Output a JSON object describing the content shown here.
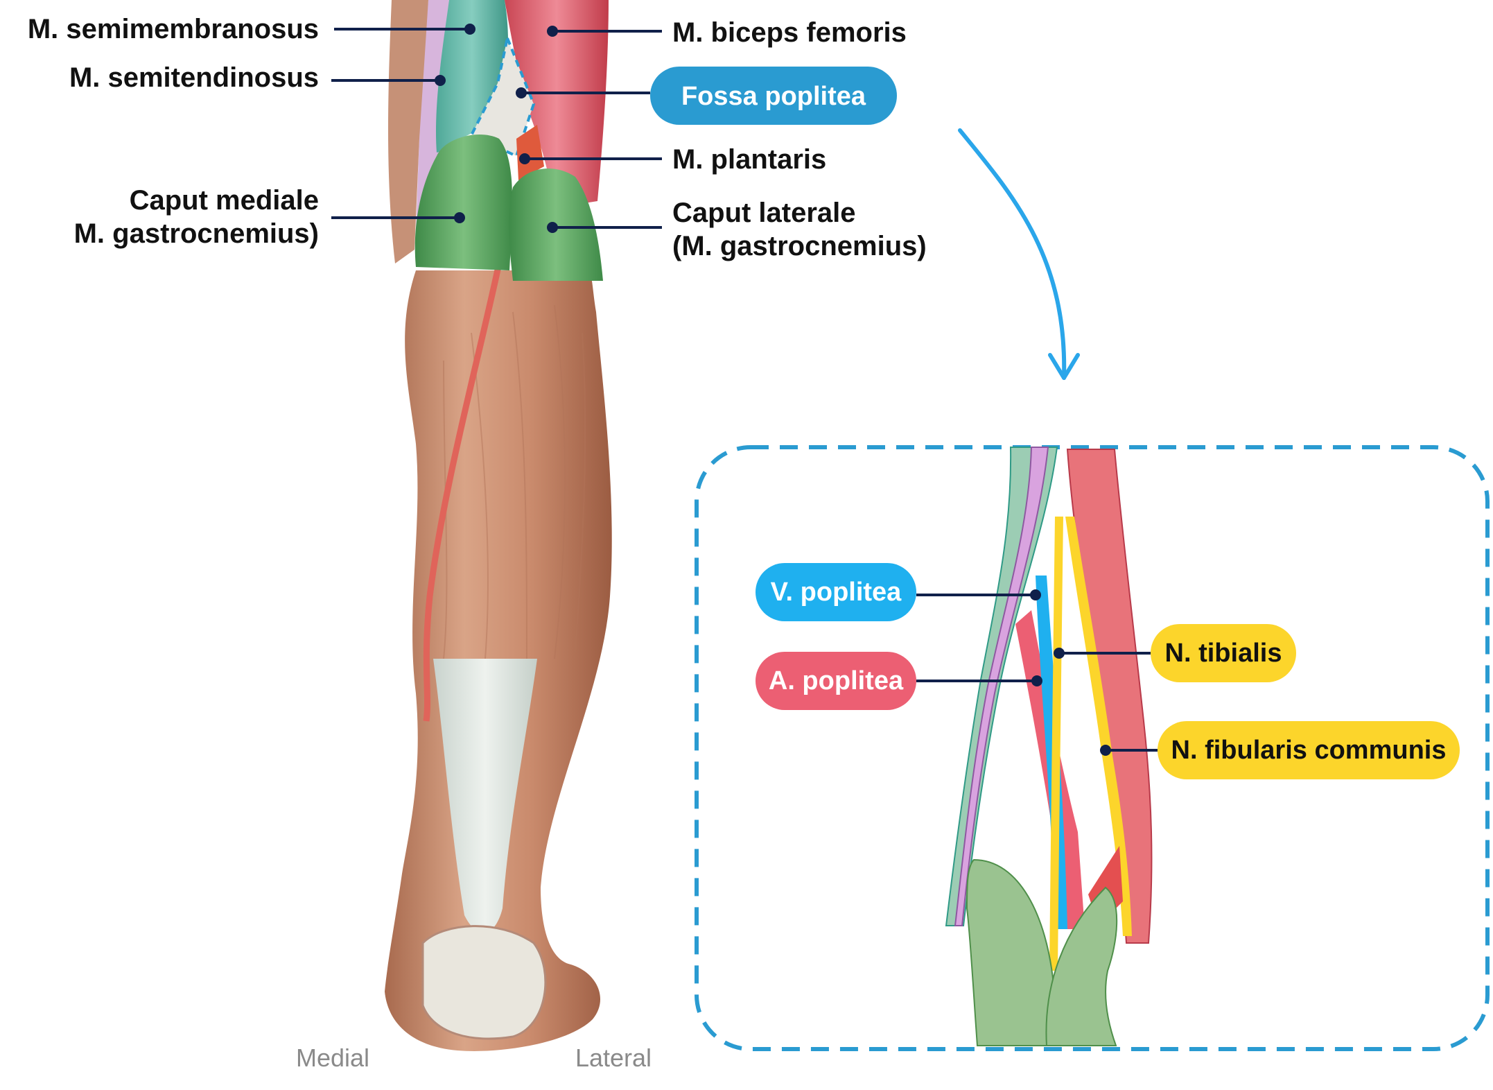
{
  "labels": {
    "semimembranosus": "M. semimembranosus",
    "semitendinosus": "M. semitendinosus",
    "caput_mediale_1": "Caput mediale",
    "caput_mediale_2": "M. gastrocnemius)",
    "biceps_femoris": "M. biceps femoris",
    "fossa_poplitea": "Fossa poplitea",
    "plantaris": "M. plantaris",
    "caput_laterale_1": "Caput laterale",
    "caput_laterale_2": "(M. gastrocnemius)"
  },
  "inset": {
    "v_poplitea": "V. poplitea",
    "a_poplitea": "A. poplitea",
    "n_tibialis": "N. tibialis",
    "n_fibularis": "N. fibularis communis"
  },
  "orientation": {
    "medial": "Medial",
    "lateral": "Lateral"
  },
  "colors": {
    "accent_blue": "#2a9bd1",
    "vein_blue": "#1fb0ef",
    "artery_red": "#ec5f73",
    "nerve_yellow": "#fcd52b",
    "gastrocnemius_green": "#5fa064",
    "leader_navy": "#10204a"
  }
}
